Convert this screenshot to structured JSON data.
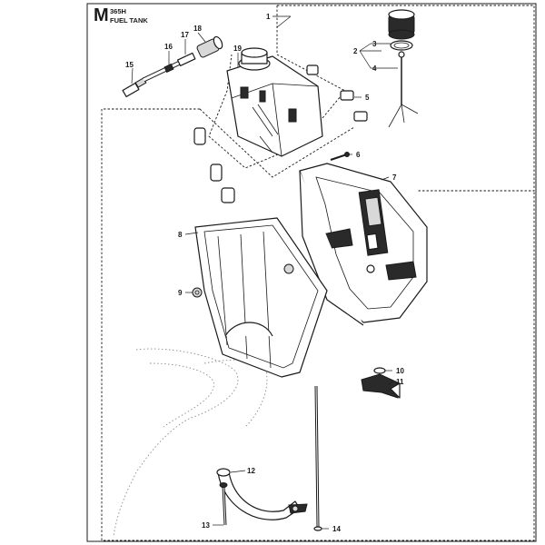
{
  "header": {
    "section_letter": "M",
    "model": "365H",
    "title": "FUEL TANK"
  },
  "callouts": [
    "1",
    "2",
    "3",
    "4",
    "5",
    "6",
    "7",
    "8",
    "9",
    "10",
    "11",
    "12",
    "13",
    "14",
    "15",
    "16",
    "17",
    "18",
    "19"
  ]
}
